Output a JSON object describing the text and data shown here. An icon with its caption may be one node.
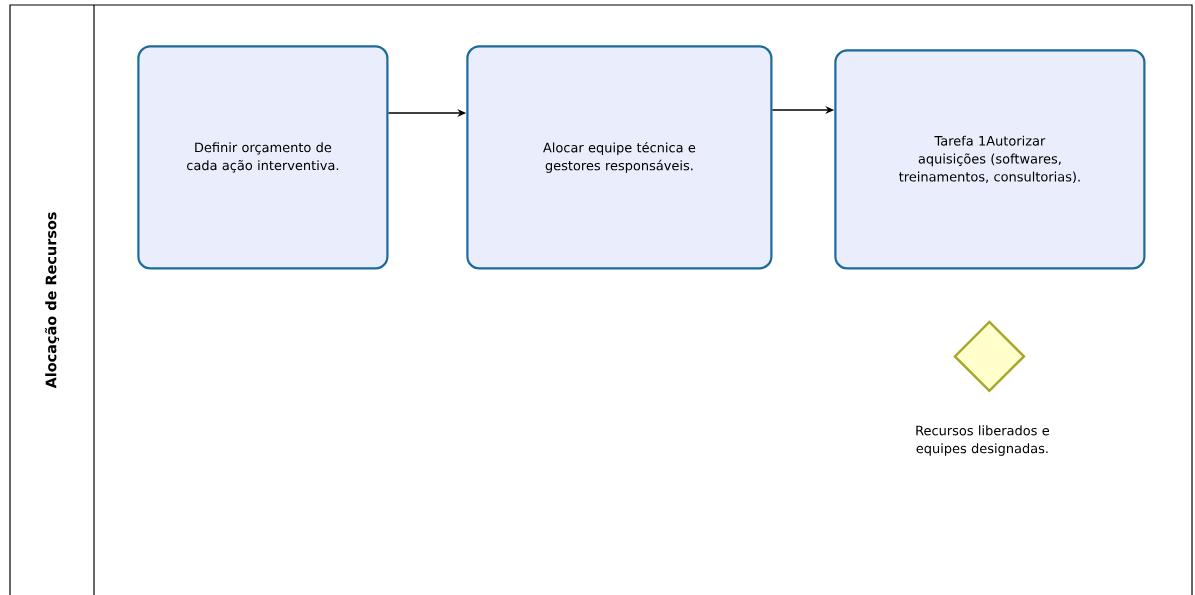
{
  "diagram": {
    "nodes": [
      {
        "text": [
          "Alocação de Recursos"
        ]
      },
      {
        "text": [
          "Definir orçamento de cada ação interventiva."
        ],
        "in": 0
      },
      {
        "text": [
          "Alocar equipe técnica e gestores responsáveis."
        ],
        "in": 0
      },
      {
        "text": [
          "Tarefa 1Autorizar aquisições (softwares, treinamentos, consultorias)."
        ],
        "in": 0
      },
      {
        "text": [],
        "shape": "diamond",
        "beside": [
          "Recursos liberados e equipes designadas."
        ],
        "in": 0
      }
    ],
    "edges": [
      {
        "from": 1,
        "to": 2,
        "arrow": "to"
      },
      {
        "from": 2,
        "to": 3,
        "arrow": "to"
      }
    ]
  }
}
